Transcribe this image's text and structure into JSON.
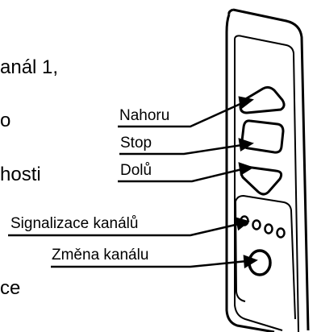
{
  "left_text": {
    "line1": "anál 1,",
    "line2": "o",
    "line3": "hosti",
    "line4": "ce"
  },
  "labels": {
    "up": "Nahoru",
    "stop": "Stop",
    "down": "Dolů",
    "channel_indicator": "Signalizace kanálů",
    "channel_change": "Změna kanálu"
  }
}
